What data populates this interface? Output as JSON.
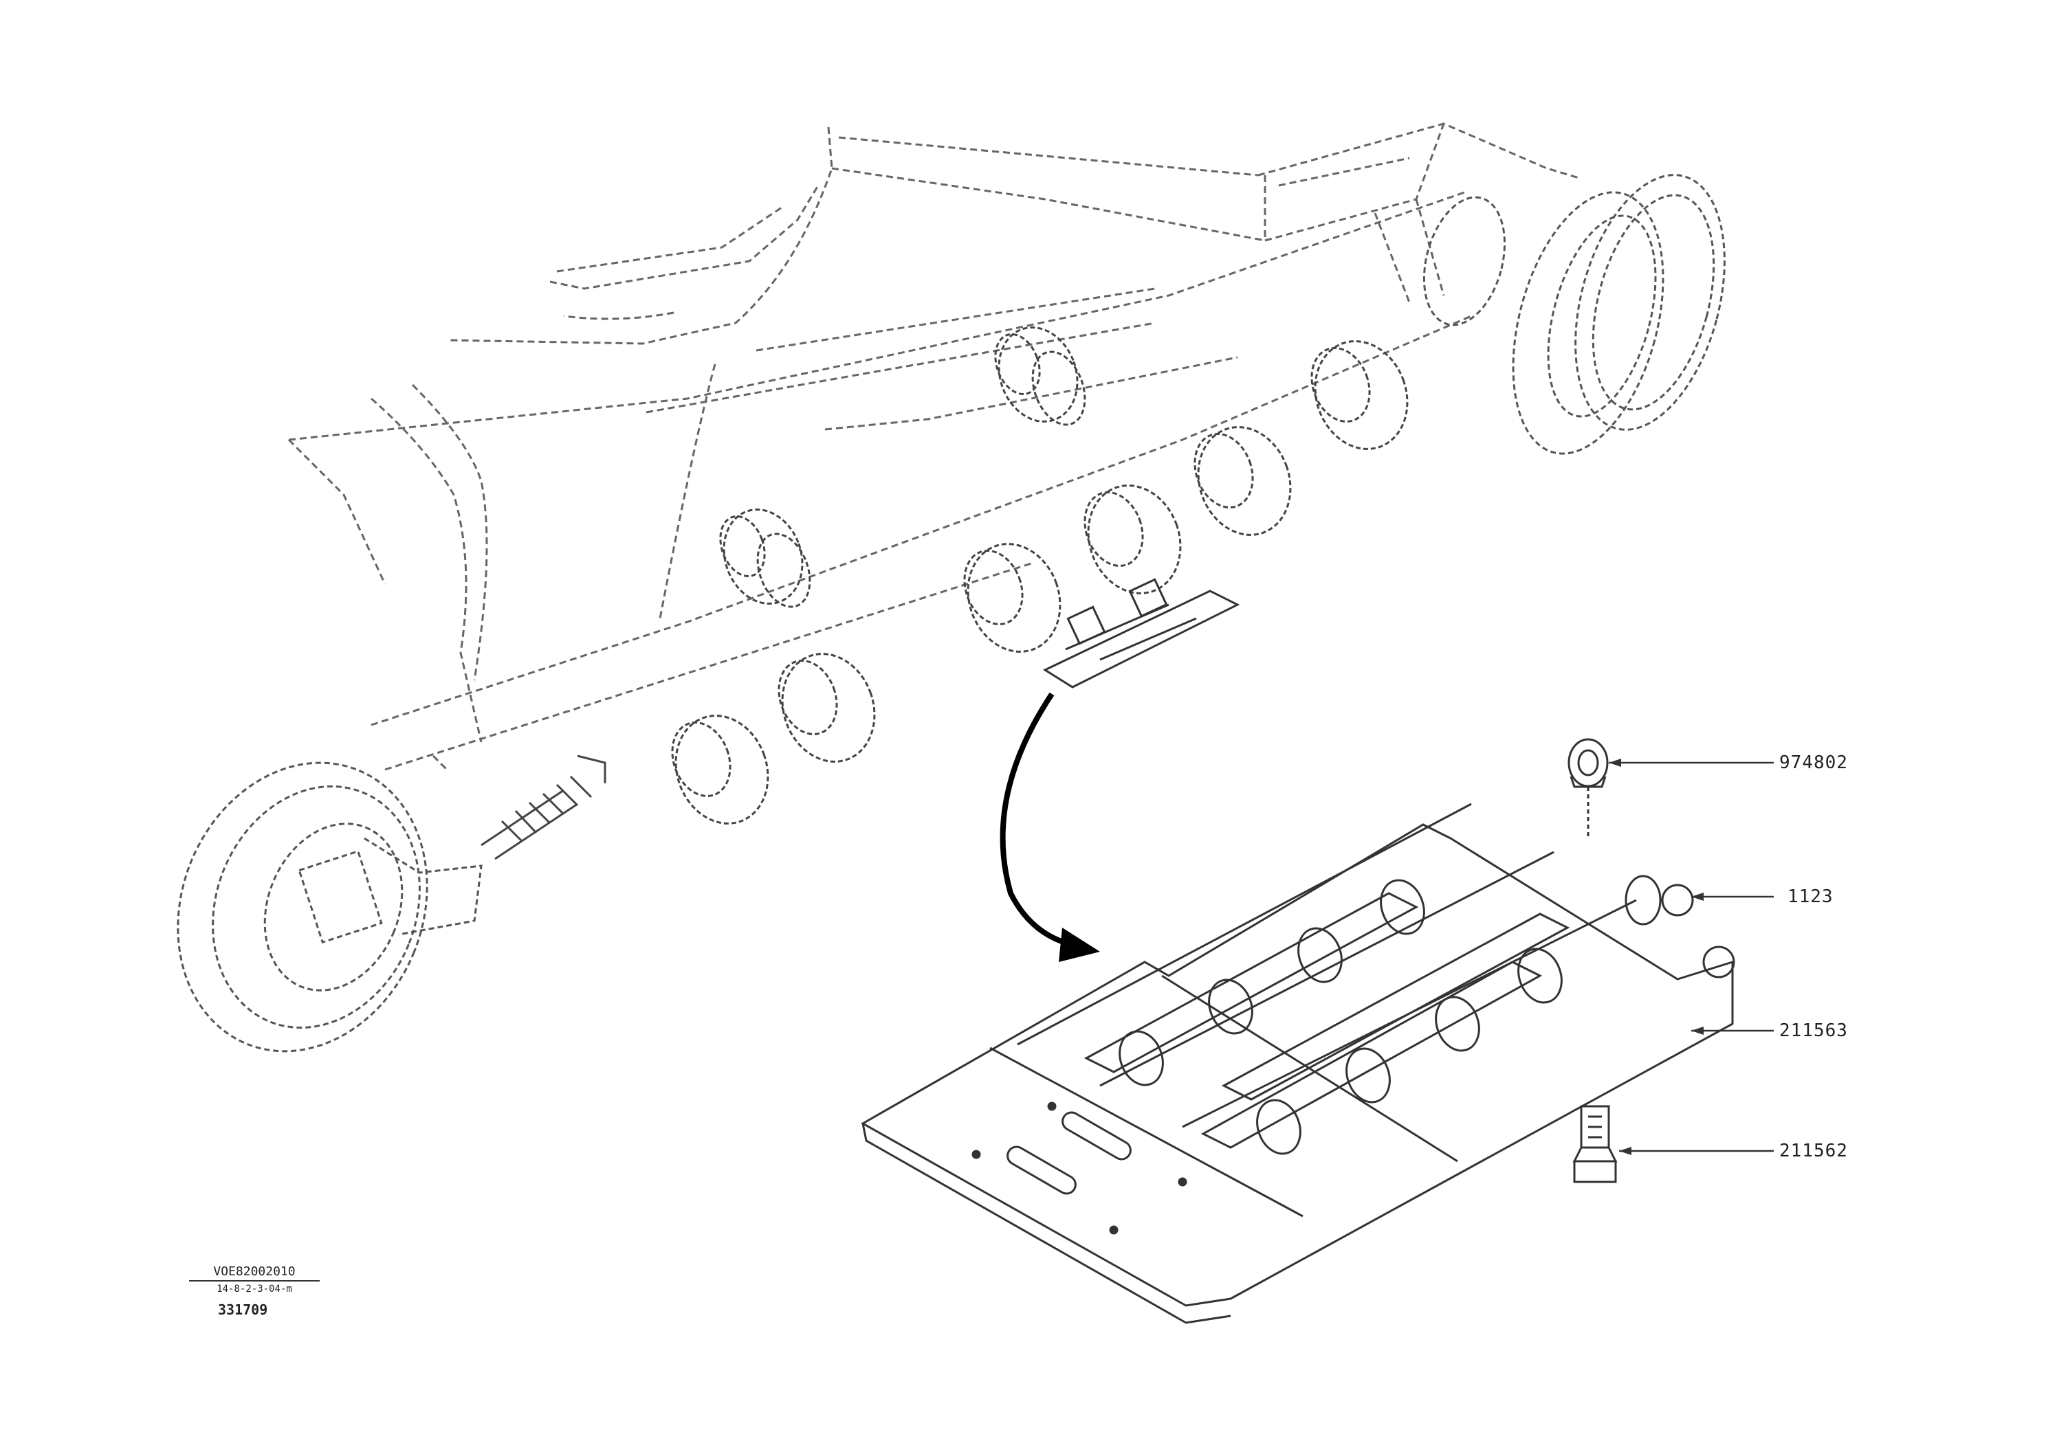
{
  "diagram": {
    "part_labels": {
      "nut": "974802",
      "track_chain": "1123",
      "track_shoe": "211563",
      "bolt": "211562"
    },
    "stamp": {
      "line1": "VOE82002010",
      "line2": "14-8-2-3-04-m",
      "code": "331709"
    },
    "colors": {
      "line": "#333333",
      "arrow": "#000000",
      "background": "#ffffff"
    }
  }
}
